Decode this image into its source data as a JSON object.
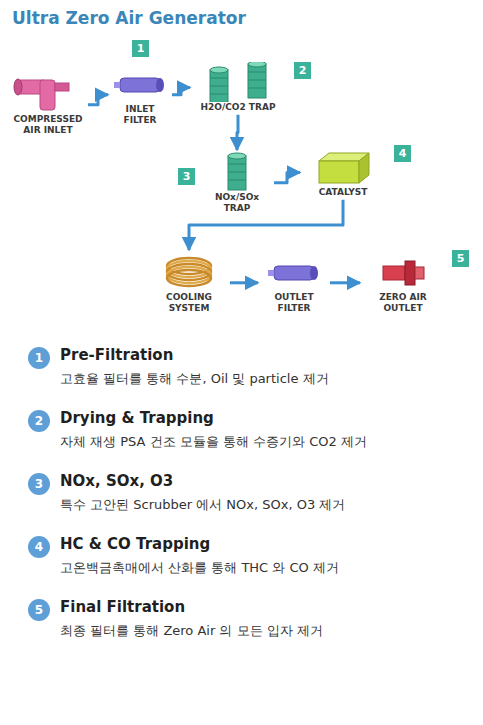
{
  "diagram": {
    "title": "Ultra Zero Air Generator",
    "nodes": [
      {
        "text": [
          "COMPRESSED AIR INLET"
        ]
      },
      {
        "text": [
          "INLET FILTER"
        ]
      },
      {
        "text": [
          "H2O/CO2 TRAP"
        ]
      },
      {
        "text": [
          "NOx/SOx TRAP"
        ]
      },
      {
        "text": [
          "CATALYST"
        ]
      },
      {
        "text": [
          "COOLING SYSTEM"
        ]
      },
      {
        "text": [
          "OUTLET FILTER"
        ]
      },
      {
        "text": [
          "ZERO AIR OUTLET"
        ]
      },
      {
        "text": [
          "1"
        ]
      },
      {
        "text": [
          "2"
        ]
      },
      {
        "text": [
          "3"
        ]
      },
      {
        "text": [
          "4"
        ]
      },
      {
        "text": [
          "5"
        ]
      },
      {
        "text": [
          "1"
        ]
      },
      {
        "text": [
          "2"
        ]
      },
      {
        "text": [
          "3"
        ]
      },
      {
        "text": [
          "4"
        ]
      },
      {
        "text": [
          "5"
        ]
      }
    ],
    "edges": [
      {
        "from": 0,
        "to": 1,
        "arrow": "to"
      },
      {
        "from": 1,
        "to": 2,
        "arrow": "to"
      },
      {
        "from": 2,
        "to": 3,
        "arrow": "to"
      },
      {
        "from": 3,
        "to": 4,
        "arrow": "to"
      },
      {
        "from": 4,
        "to": 5,
        "arrow": "to"
      },
      {
        "from": 5,
        "to": 6,
        "arrow": "to"
      },
      {
        "from": 6,
        "to": 7,
        "arrow": "to"
      }
    ],
    "labels": [
      "Pre-Filtration",
      "고효율 필터를 통해 수분, Oil 및 particle 제거",
      "Drying & Trapping",
      "자체 재생 PSA 건조 모듈을 통해 수증기와 CO2 제거",
      "NOx, SOx, O3",
      "특수 고안된 Scrubber 에서 NOx, SOx, O3 제거",
      "HC & CO Trapping",
      "고온백금촉매에서 산화를 통해 THC 와 CO 제거",
      "Final Filtration",
      "최종 필터를 통해 Zero Air 의 모든 입자 제거"
    ]
  }
}
